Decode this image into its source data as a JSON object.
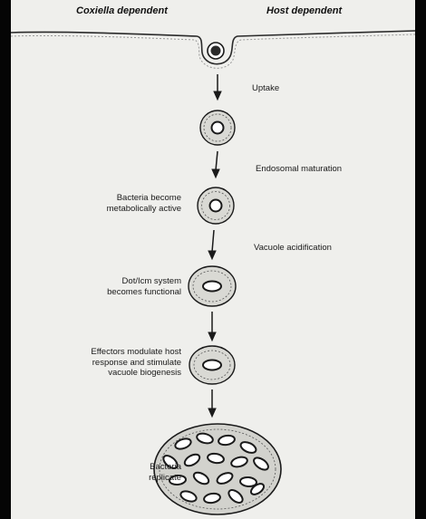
{
  "headings": {
    "left": "Coxiella dependent",
    "right": "Host dependent"
  },
  "labels": {
    "uptake": "Uptake",
    "endosomal_maturation": "Endosomal maturation",
    "vacuole_acidification": "Vacuole acidification",
    "bacteria_active": "Bacteria become\nmetabolically active",
    "dot_icm": "Dot/Icm system\nbecomes functional",
    "effectors": "Effectors modulate host\nresponse and stimulate\nvacuole biogenesis",
    "replicate": "Bacteria\nreplicate"
  },
  "colors": {
    "background": "#efefec",
    "ink": "#1a1a1a",
    "vacuole_fill": "#d9d9d4",
    "bacterium_fill": "#ffffff"
  }
}
